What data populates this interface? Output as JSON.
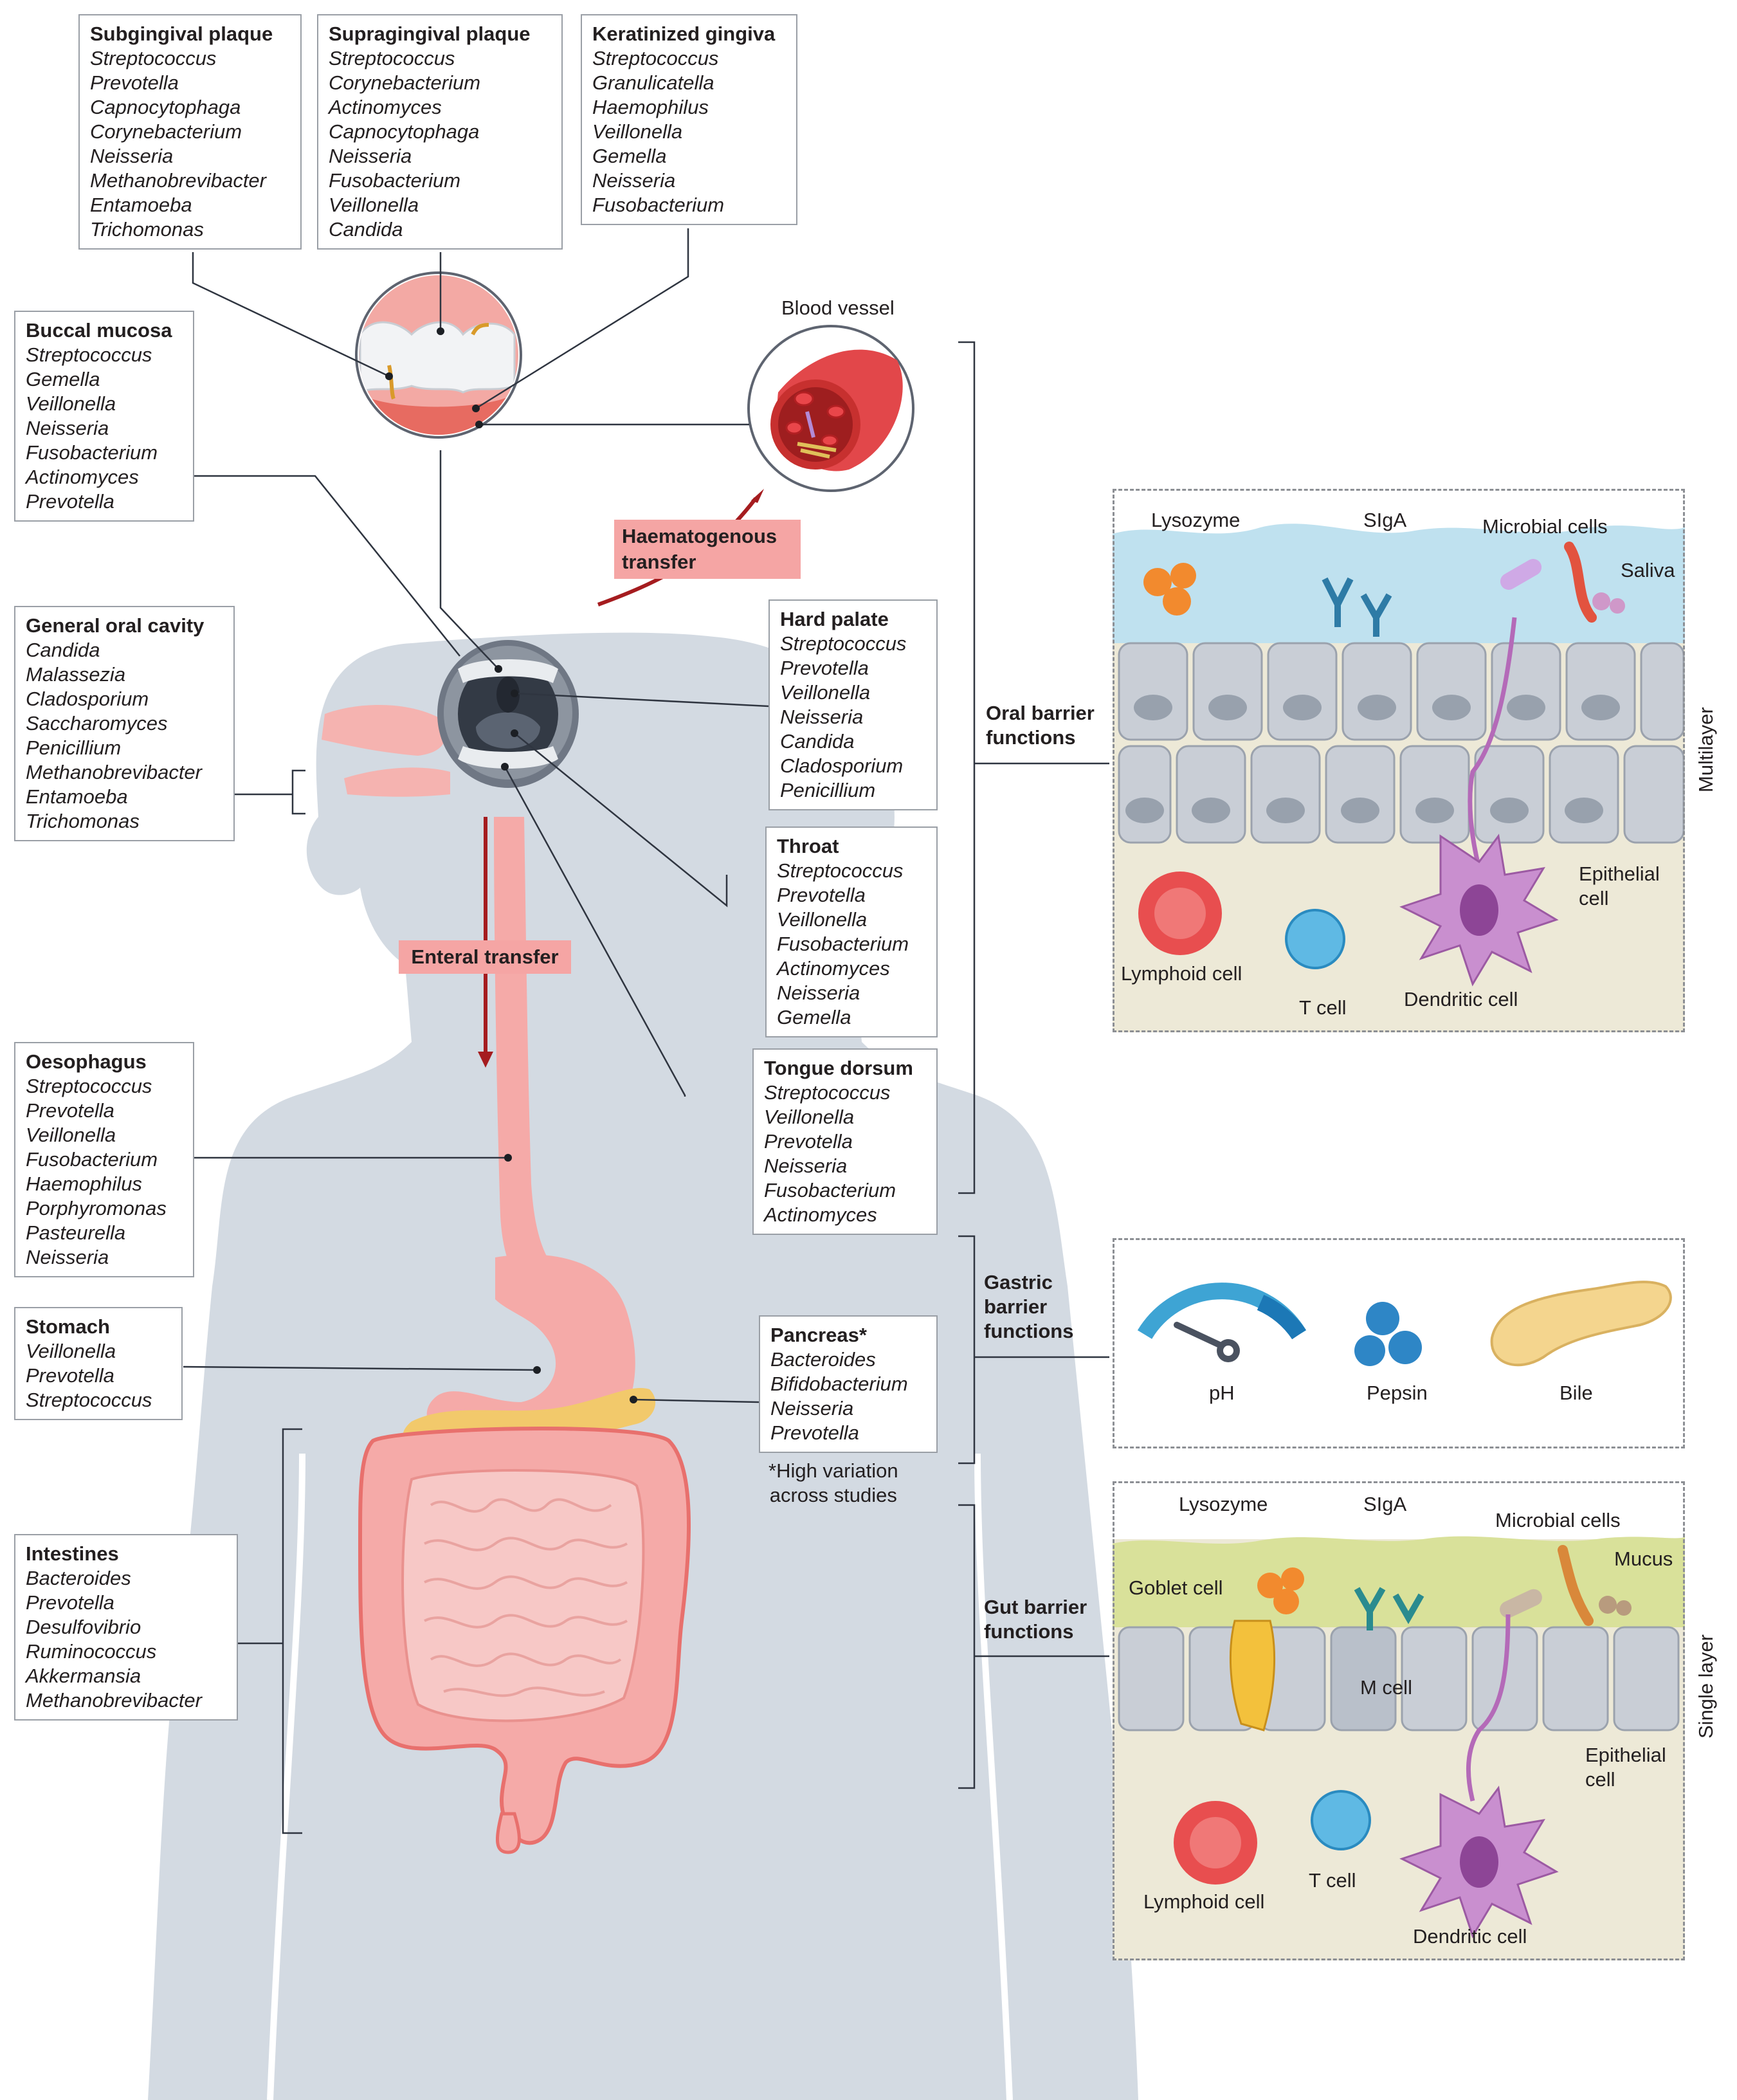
{
  "boxes": {
    "subgingival": {
      "title": "Subgingival plaque",
      "organisms": [
        "Streptococcus",
        "Prevotella",
        "Capnocytophaga",
        "Corynebacterium",
        "Neisseria",
        "Methanobrevibacter",
        "Entamoeba",
        "Trichomonas"
      ]
    },
    "supragingival": {
      "title": "Supragingival plaque",
      "organisms": [
        "Streptococcus",
        "Corynebacterium",
        "Actinomyces",
        "Capnocytophaga",
        "Neisseria",
        "Fusobacterium",
        "Veillonella",
        "Candida"
      ]
    },
    "keratinized": {
      "title": "Keratinized gingiva",
      "organisms": [
        "Streptococcus",
        "Granulicatella",
        "Haemophilus",
        "Veillonella",
        "Gemella",
        "Neisseria",
        "Fusobacterium"
      ]
    },
    "buccal": {
      "title": "Buccal mucosa",
      "organisms": [
        "Streptococcus",
        "Gemella",
        "Veillonella",
        "Neisseria",
        "Fusobacterium",
        "Actinomyces",
        "Prevotella"
      ]
    },
    "general": {
      "title": "General oral cavity",
      "organisms": [
        "Candida",
        "Malassezia",
        "Cladosporium",
        "Saccharomyces",
        "Penicillium",
        "Methanobrevibacter",
        "Entamoeba",
        "Trichomonas"
      ]
    },
    "hard_palate": {
      "title": "Hard palate",
      "organisms": [
        "Streptococcus",
        "Prevotella",
        "Veillonella",
        "Neisseria",
        "Candida",
        "Cladosporium",
        "Penicillium"
      ]
    },
    "throat": {
      "title": "Throat",
      "organisms": [
        "Streptococcus",
        "Prevotella",
        "Veillonella",
        "Fusobacterium",
        "Actinomyces",
        "Neisseria",
        "Gemella"
      ]
    },
    "tongue": {
      "title": "Tongue dorsum",
      "organisms": [
        "Streptococcus",
        "Veillonella",
        "Prevotella",
        "Neisseria",
        "Fusobacterium",
        "Actinomyces"
      ]
    },
    "oesophagus": {
      "title": "Oesophagus",
      "organisms": [
        "Streptococcus",
        "Prevotella",
        "Veillonella",
        "Fusobacterium",
        "Haemophilus",
        "Porphyromonas",
        "Pasteurella",
        "Neisseria"
      ]
    },
    "stomach": {
      "title": "Stomach",
      "organisms": [
        "Veillonella",
        "Prevotella",
        "Streptococcus"
      ]
    },
    "pancreas": {
      "title": "Pancreas*",
      "organisms": [
        "Bacteroides",
        "Bifidobacterium",
        "Neisseria",
        "Prevotella"
      ]
    },
    "intestines": {
      "title": "Intestines",
      "organisms": [
        "Bacteroides",
        "Prevotella",
        "Desulfovibrio",
        "Ruminococcus",
        "Akkermansia",
        "Methanobrevibacter"
      ]
    }
  },
  "labels": {
    "blood_vessel": "Blood vessel",
    "haematogenous": [
      "Haematogenous",
      "transfer"
    ],
    "enteral": "Enteral transfer",
    "pancreas_note": [
      "*High variation",
      "across studies"
    ],
    "oral_barrier": [
      "Oral barrier",
      "functions"
    ],
    "gastric_barrier": [
      "Gastric",
      "barrier",
      "functions"
    ],
    "gut_barrier": [
      "Gut barrier",
      "functions"
    ],
    "multilayer": "Multilayer",
    "single_layer": "Single layer"
  },
  "oral_panel": {
    "lysozyme": "Lysozyme",
    "siga": "SIgA",
    "microbial": "Microbial cells",
    "saliva": "Saliva",
    "epithelial": [
      "Epithelial",
      "cell"
    ],
    "lymphoid": "Lymphoid cell",
    "tcell": "T cell",
    "dendritic": "Dendritic cell"
  },
  "gastric_panel": {
    "ph": "pH",
    "pepsin": "Pepsin",
    "bile": "Bile"
  },
  "gut_panel": {
    "lysozyme": "Lysozyme",
    "siga": "SIgA",
    "microbial": "Microbial cells",
    "mucus": "Mucus",
    "goblet": "Goblet cell",
    "mcell": "M cell",
    "epithelial": [
      "Epithelial",
      "cell"
    ],
    "lymphoid": "Lymphoid cell",
    "tcell": "T cell",
    "dendritic": "Dendritic cell"
  },
  "colors": {
    "body": "#d3dae2",
    "gi": "#f5aaa8",
    "gi_dark": "#e8706d",
    "panel_top": "#bfe1ef",
    "panel_bottom": "#ece8d6",
    "epithelium": "#c9ced6",
    "mucus": "#d9e19a",
    "pink_label": "#f5a5a4",
    "arrow": "#a51c1f"
  }
}
